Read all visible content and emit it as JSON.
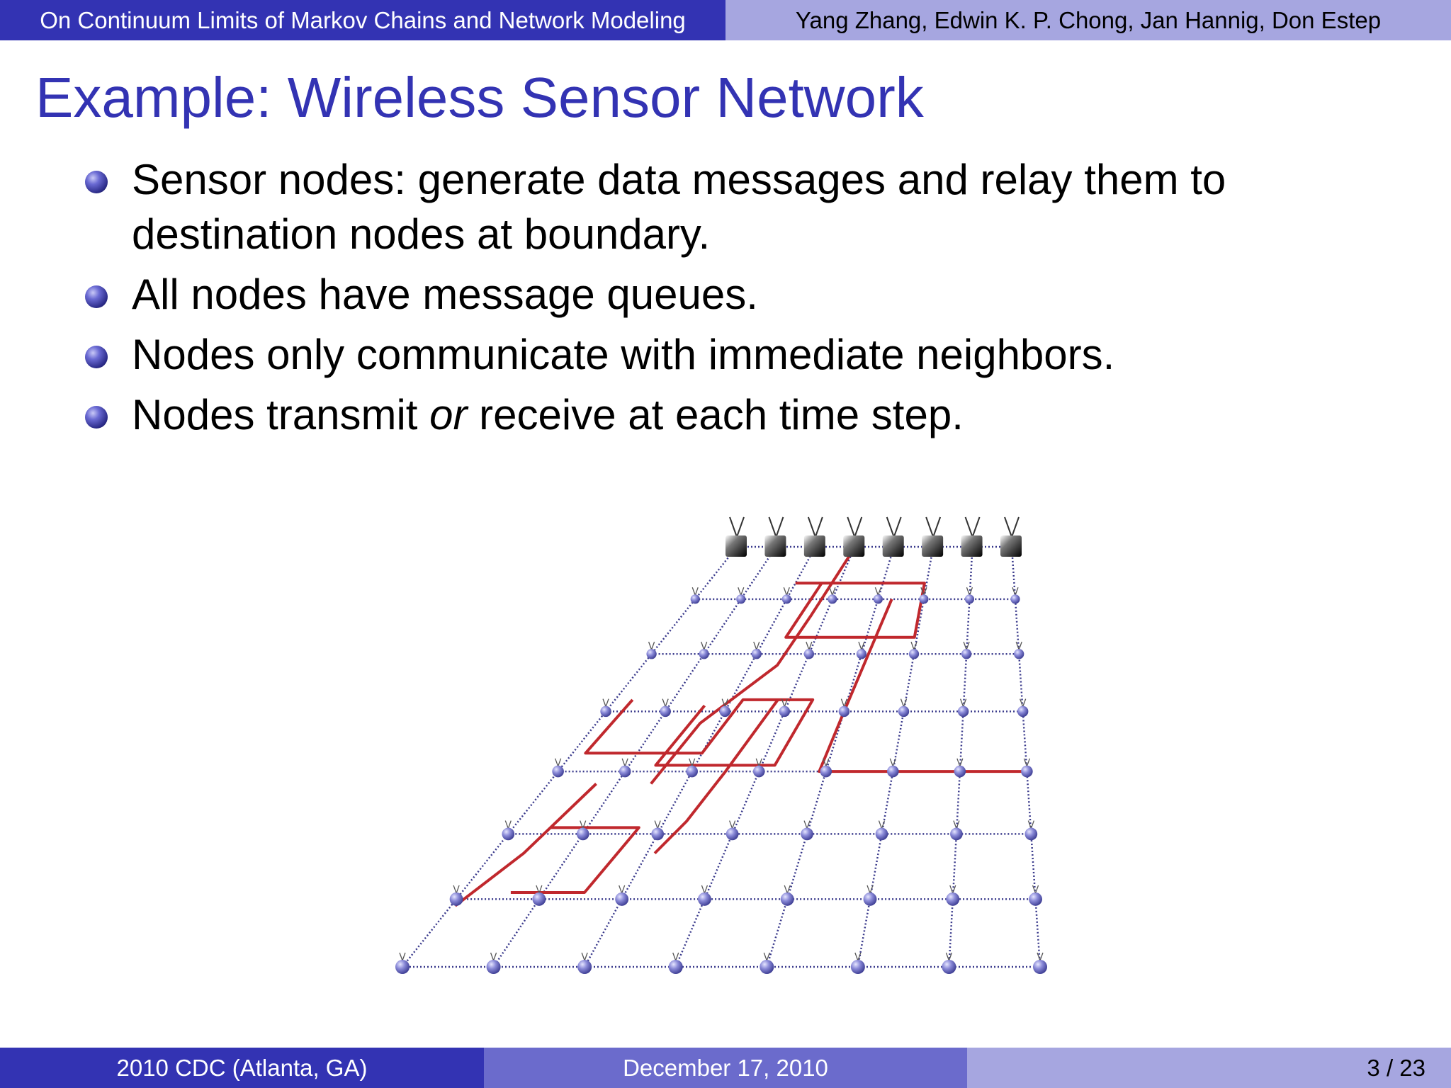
{
  "header": {
    "talk_title": "On Continuum Limits of Markov Chains and Network Modeling",
    "authors": "Yang Zhang, Edwin K. P. Chong, Jan Hannig, Don Estep"
  },
  "slide": {
    "title": "Example: Wireless Sensor Network",
    "bullets": [
      {
        "text": "Sensor nodes: generate data messages and relay them to destination nodes at boundary."
      },
      {
        "text": "All nodes have message queues."
      },
      {
        "text": "Nodes only communicate with immediate neighbors."
      },
      {
        "pre": "Nodes transmit ",
        "emph": "or",
        "post": " receive at each time step."
      }
    ]
  },
  "figure": {
    "grid_columns": 8,
    "sensor_rows": 7,
    "destination_nodes": 8
  },
  "footer": {
    "conference": "2010 CDC  (Atlanta, GA)",
    "date": "December 17, 2010",
    "page": "3 / 23"
  },
  "colors": {
    "theme_dark": "#3333b3",
    "theme_mid": "#6b6bcc",
    "theme_light": "#a6a6e0",
    "route": "#c0282d",
    "grid": "#3a3a8c"
  }
}
